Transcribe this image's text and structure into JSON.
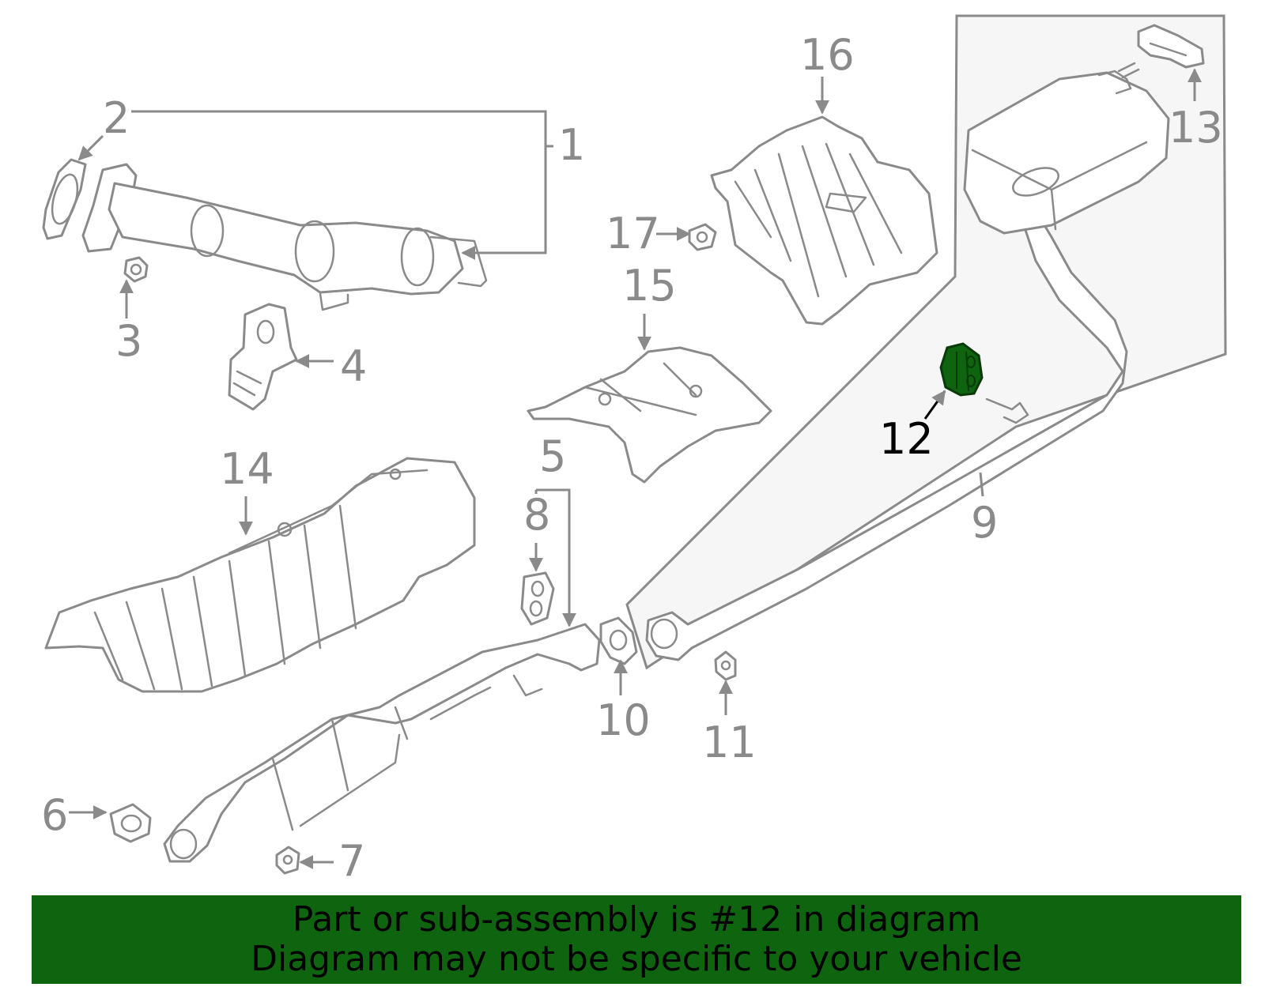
{
  "diagram": {
    "highlight_color": "#0f6410",
    "callouts": [
      {
        "id": "1",
        "text": "1"
      },
      {
        "id": "2",
        "text": "2"
      },
      {
        "id": "3",
        "text": "3"
      },
      {
        "id": "4",
        "text": "4"
      },
      {
        "id": "5",
        "text": "5"
      },
      {
        "id": "6",
        "text": "6"
      },
      {
        "id": "7",
        "text": "7"
      },
      {
        "id": "8",
        "text": "8"
      },
      {
        "id": "9",
        "text": "9"
      },
      {
        "id": "10",
        "text": "10"
      },
      {
        "id": "11",
        "text": "11"
      },
      {
        "id": "12",
        "text": "12",
        "highlighted": true
      },
      {
        "id": "13",
        "text": "13"
      },
      {
        "id": "14",
        "text": "14"
      },
      {
        "id": "15",
        "text": "15"
      },
      {
        "id": "16",
        "text": "16"
      },
      {
        "id": "17",
        "text": "17"
      }
    ]
  },
  "banner": {
    "line1": "Part or sub-assembly is #12 in diagram",
    "line2": "Diagram may not be specific to your vehicle",
    "background": "#0f6410"
  }
}
